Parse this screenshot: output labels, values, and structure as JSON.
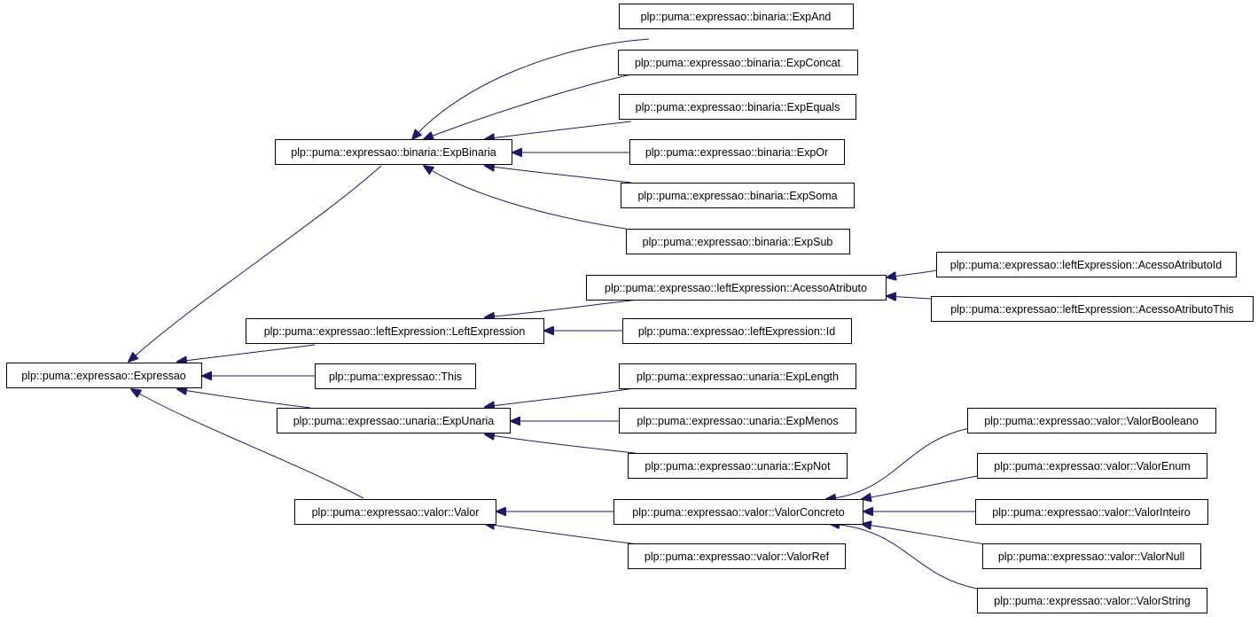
{
  "colors": {
    "edge": "#191970",
    "node_border": "#000000",
    "node_fill": "#ffffff",
    "background": "#ffffff"
  },
  "nodes": {
    "expressao": "plp::puma::expressao::Expressao",
    "expbinaria": "plp::puma::expressao::binaria::ExpBinaria",
    "leftexpression": "plp::puma::expressao::leftExpression::LeftExpression",
    "this": "plp::puma::expressao::This",
    "expunaria": "plp::puma::expressao::unaria::ExpUnaria",
    "valor": "plp::puma::expressao::valor::Valor",
    "expand": "plp::puma::expressao::binaria::ExpAnd",
    "expconcat": "plp::puma::expressao::binaria::ExpConcat",
    "expequals": "plp::puma::expressao::binaria::ExpEquals",
    "expor": "plp::puma::expressao::binaria::ExpOr",
    "expsoma": "plp::puma::expressao::binaria::ExpSoma",
    "expsub": "plp::puma::expressao::binaria::ExpSub",
    "acessoatributo": "plp::puma::expressao::leftExpression::AcessoAtributo",
    "id": "plp::puma::expressao::leftExpression::Id",
    "acessoatributoid": "plp::puma::expressao::leftExpression::AcessoAtributoId",
    "acessoatributothis": "plp::puma::expressao::leftExpression::AcessoAtributoThis",
    "explength": "plp::puma::expressao::unaria::ExpLength",
    "expmenos": "plp::puma::expressao::unaria::ExpMenos",
    "expnot": "plp::puma::expressao::unaria::ExpNot",
    "valorconcreto": "plp::puma::expressao::valor::ValorConcreto",
    "valorref": "plp::puma::expressao::valor::ValorRef",
    "valorbooleano": "plp::puma::expressao::valor::ValorBooleano",
    "valorenum": "plp::puma::expressao::valor::ValorEnum",
    "valorinteiro": "plp::puma::expressao::valor::ValorInteiro",
    "valornull": "plp::puma::expressao::valor::ValorNull",
    "valorstring": "plp::puma::expressao::valor::ValorString"
  },
  "edges": [
    [
      "expbinaria",
      "expressao"
    ],
    [
      "leftexpression",
      "expressao"
    ],
    [
      "this",
      "expressao"
    ],
    [
      "expunaria",
      "expressao"
    ],
    [
      "valor",
      "expressao"
    ],
    [
      "expand",
      "expbinaria"
    ],
    [
      "expconcat",
      "expbinaria"
    ],
    [
      "expequals",
      "expbinaria"
    ],
    [
      "expor",
      "expbinaria"
    ],
    [
      "expsoma",
      "expbinaria"
    ],
    [
      "expsub",
      "expbinaria"
    ],
    [
      "acessoatributo",
      "leftexpression"
    ],
    [
      "id",
      "leftexpression"
    ],
    [
      "acessoatributoid",
      "acessoatributo"
    ],
    [
      "acessoatributothis",
      "acessoatributo"
    ],
    [
      "explength",
      "expunaria"
    ],
    [
      "expmenos",
      "expunaria"
    ],
    [
      "expnot",
      "expunaria"
    ],
    [
      "valorconcreto",
      "valor"
    ],
    [
      "valorref",
      "valor"
    ],
    [
      "valorbooleano",
      "valorconcreto"
    ],
    [
      "valorenum",
      "valorconcreto"
    ],
    [
      "valorinteiro",
      "valorconcreto"
    ],
    [
      "valornull",
      "valorconcreto"
    ],
    [
      "valorstring",
      "valorconcreto"
    ]
  ]
}
